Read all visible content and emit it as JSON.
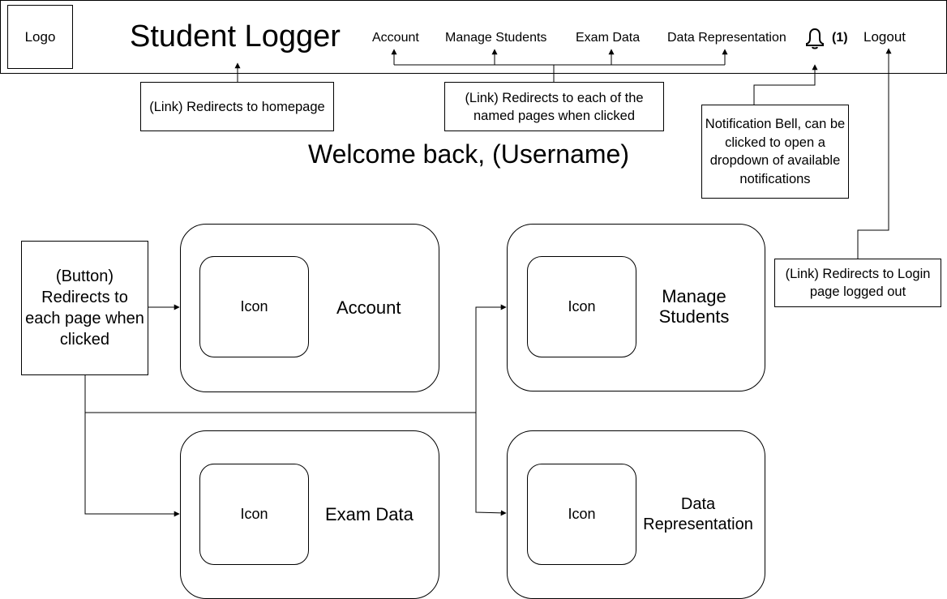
{
  "header": {
    "logo": "Logo",
    "title": "Student Logger",
    "nav": {
      "account": "Account",
      "manage_students": "Manage Students",
      "exam_data": "Exam Data",
      "data_representation": "Data Representation"
    },
    "notification_count": "(1)",
    "logout": "Logout"
  },
  "annotations": {
    "homepage_link": "(Link) Redirects to homepage",
    "nav_links": "(Link) Redirects to each of the named pages when clicked",
    "notification_bell": "Notification Bell, can be clicked to open a dropdown of available notifications",
    "logout_link": "(Link) Redirects to Login page logged out",
    "buttons": "(Button) Redirects to each page when clicked"
  },
  "welcome": "Welcome back, (Username)",
  "cards": {
    "account": {
      "icon": "Icon",
      "label": "Account"
    },
    "manage_students": {
      "icon": "Icon",
      "label": "Manage Students"
    },
    "exam_data": {
      "icon": "Icon",
      "label": "Exam Data"
    },
    "data_representation": {
      "icon": "Icon",
      "label": "Data Representation"
    }
  }
}
